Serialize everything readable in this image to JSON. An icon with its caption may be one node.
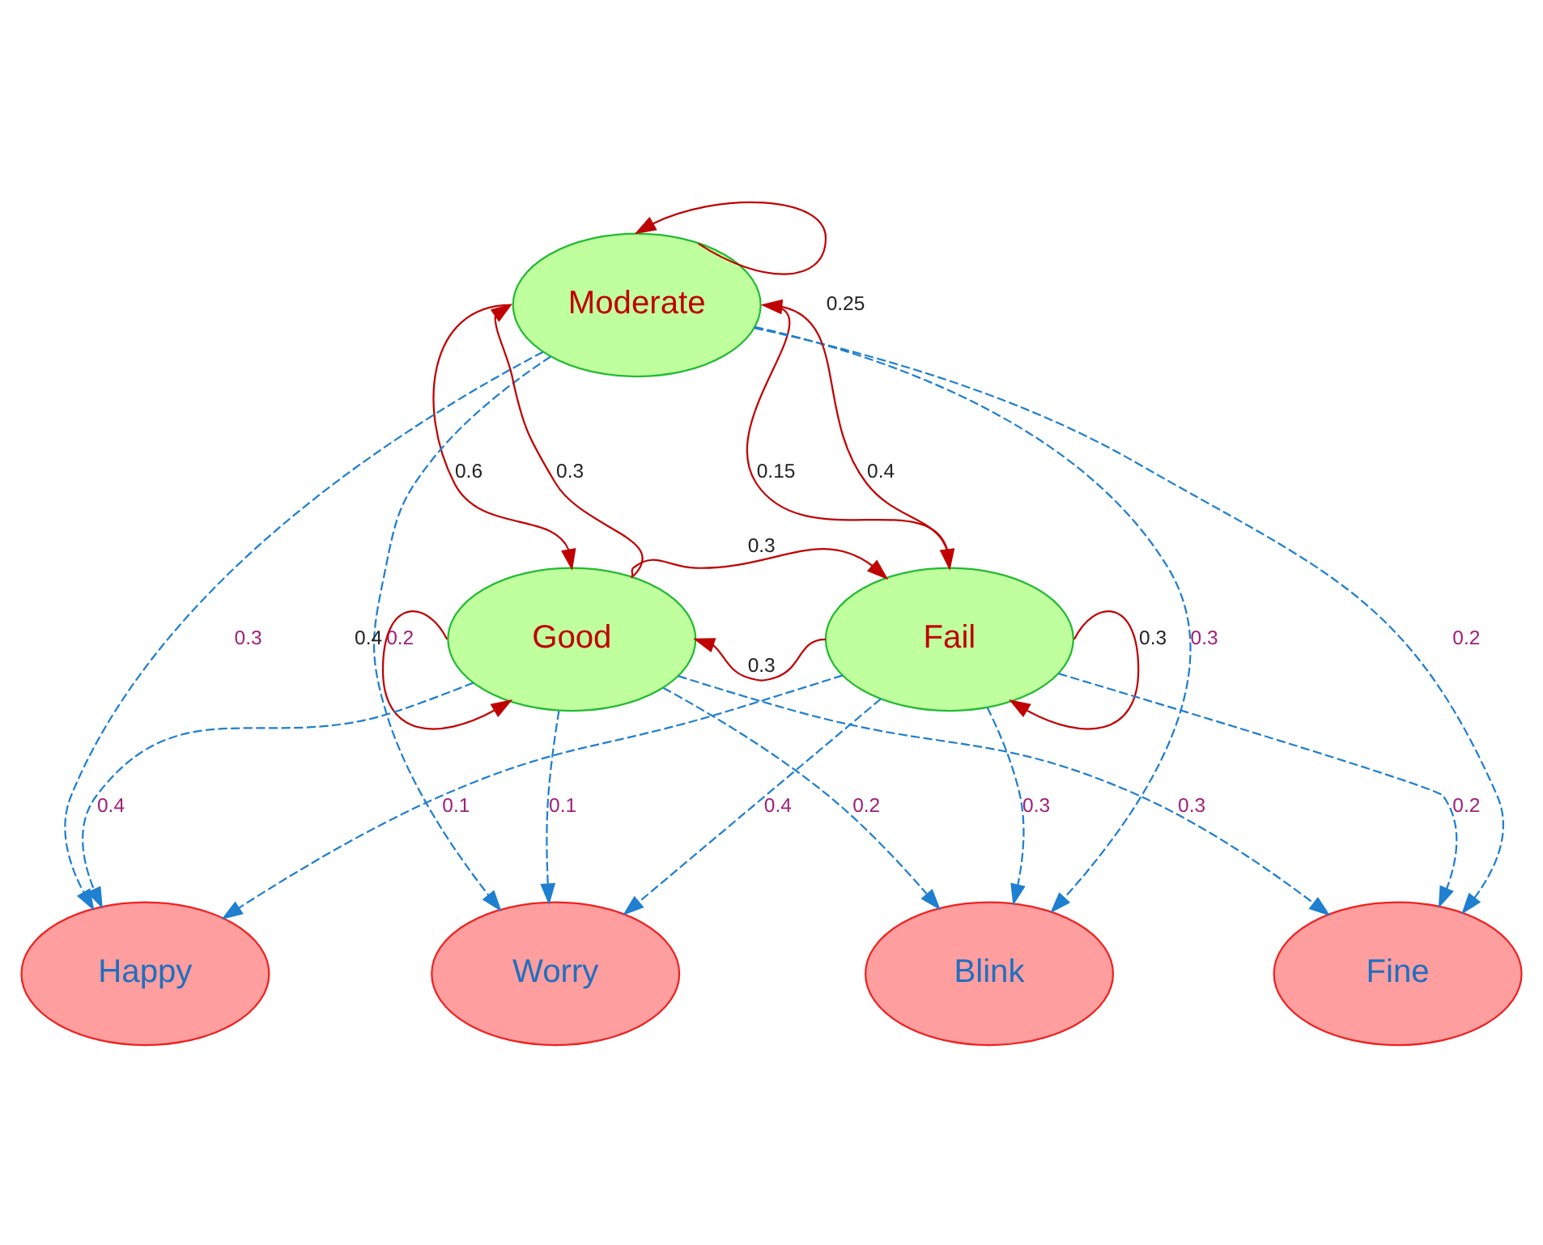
{
  "diagram": {
    "nodes": [
      {
        "text": [
          "Moderate"
        ]
      },
      {
        "text": [
          "Good"
        ]
      },
      {
        "text": [
          "Fail"
        ]
      },
      {
        "text": [
          "Happy"
        ]
      },
      {
        "text": [
          "Worry"
        ]
      },
      {
        "text": [
          "Blink"
        ]
      },
      {
        "text": [
          "Fine"
        ]
      }
    ],
    "edges": [
      {
        "from": 0,
        "to": 0,
        "arrow": "to",
        "label": "0.25",
        "color": "#c00000"
      },
      {
        "from": 0,
        "to": 1,
        "arrow": "to",
        "label": "0.6",
        "color": "#c00000"
      },
      {
        "from": 1,
        "to": 0,
        "arrow": "to",
        "label": "0.3",
        "color": "#c00000"
      },
      {
        "from": 0,
        "to": 2,
        "arrow": "to",
        "label": "0.15",
        "color": "#c00000"
      },
      {
        "from": 2,
        "to": 0,
        "arrow": "to",
        "label": "0.4",
        "color": "#c00000"
      },
      {
        "from": 1,
        "to": 2,
        "arrow": "to",
        "label": "0.3",
        "color": "#c00000"
      },
      {
        "from": 2,
        "to": 1,
        "arrow": "to",
        "label": "0.3",
        "color": "#c00000"
      },
      {
        "from": 1,
        "to": 1,
        "arrow": "to",
        "label": "0.4",
        "color": "#c00000"
      },
      {
        "from": 2,
        "to": 2,
        "arrow": "to",
        "label": "0.3",
        "color": "#c00000"
      },
      {
        "from": 1,
        "to": 3,
        "arrow": "to",
        "label": "0.4",
        "style": "dashed"
      },
      {
        "from": 0,
        "to": 3,
        "arrow": "to",
        "label": "0.3",
        "style": "dashed"
      },
      {
        "from": 2,
        "to": 3,
        "arrow": "to",
        "label": "0.1",
        "style": "dashed"
      },
      {
        "from": 1,
        "to": 4,
        "arrow": "to",
        "label": "0.1",
        "style": "dashed"
      },
      {
        "from": 0,
        "to": 4,
        "arrow": "to",
        "label": "0.2",
        "style": "dashed"
      },
      {
        "from": 2,
        "to": 4,
        "arrow": "to",
        "label": "0.4",
        "style": "dashed"
      },
      {
        "from": 1,
        "to": 5,
        "arrow": "to",
        "label": "0.2",
        "style": "dashed"
      },
      {
        "from": 0,
        "to": 5,
        "arrow": "to",
        "label": "0.3",
        "style": "dashed"
      },
      {
        "from": 2,
        "to": 5,
        "arrow": "to",
        "label": "0.3",
        "style": "dashed"
      },
      {
        "from": 1,
        "to": 6,
        "arrow": "to",
        "label": "0.3",
        "style": "dashed"
      },
      {
        "from": 0,
        "to": 6,
        "arrow": "to",
        "label": "0.2",
        "style": "dashed"
      },
      {
        "from": 2,
        "to": 6,
        "arrow": "to",
        "label": "0.2",
        "style": "dashed"
      }
    ]
  }
}
